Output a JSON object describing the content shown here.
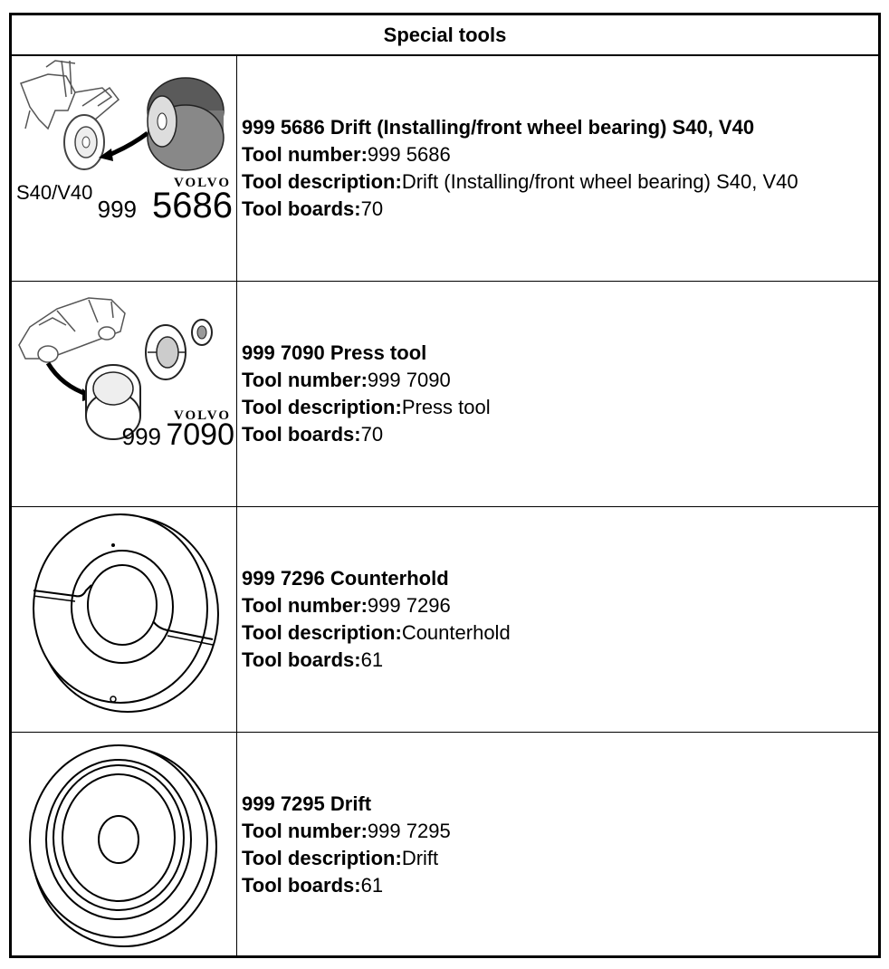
{
  "table": {
    "header": "Special tools",
    "rows": [
      {
        "title": "999 5686 Drift (Installing/front wheel bearing) S40, V40",
        "number_label": "Tool number:",
        "number_value": "999 5686",
        "desc_label": "Tool description:",
        "desc_value": "Drift (Installing/front wheel bearing) S40, V40",
        "boards_label": "Tool boards:",
        "boards_value": "70",
        "image": {
          "model_text": "S40/V40",
          "brand": "VOLVO",
          "prefix": "999",
          "suffix": "5686"
        }
      },
      {
        "title": "999 7090 Press tool",
        "number_label": "Tool number:",
        "number_value": "999 7090",
        "desc_label": "Tool description:",
        "desc_value": "Press tool",
        "boards_label": "Tool boards:",
        "boards_value": "70",
        "image": {
          "brand": "VOLVO",
          "prefix": "999",
          "suffix": "7090"
        }
      },
      {
        "title": "999 7296 Counterhold",
        "number_label": "Tool number:",
        "number_value": "999 7296",
        "desc_label": "Tool description:",
        "desc_value": "Counterhold",
        "boards_label": "Tool boards:",
        "boards_value": "61"
      },
      {
        "title": "999 7295 Drift",
        "number_label": "Tool number:",
        "number_value": "999 7295",
        "desc_label": "Tool description:",
        "desc_value": "Drift",
        "boards_label": "Tool boards:",
        "boards_value": "61"
      }
    ]
  }
}
